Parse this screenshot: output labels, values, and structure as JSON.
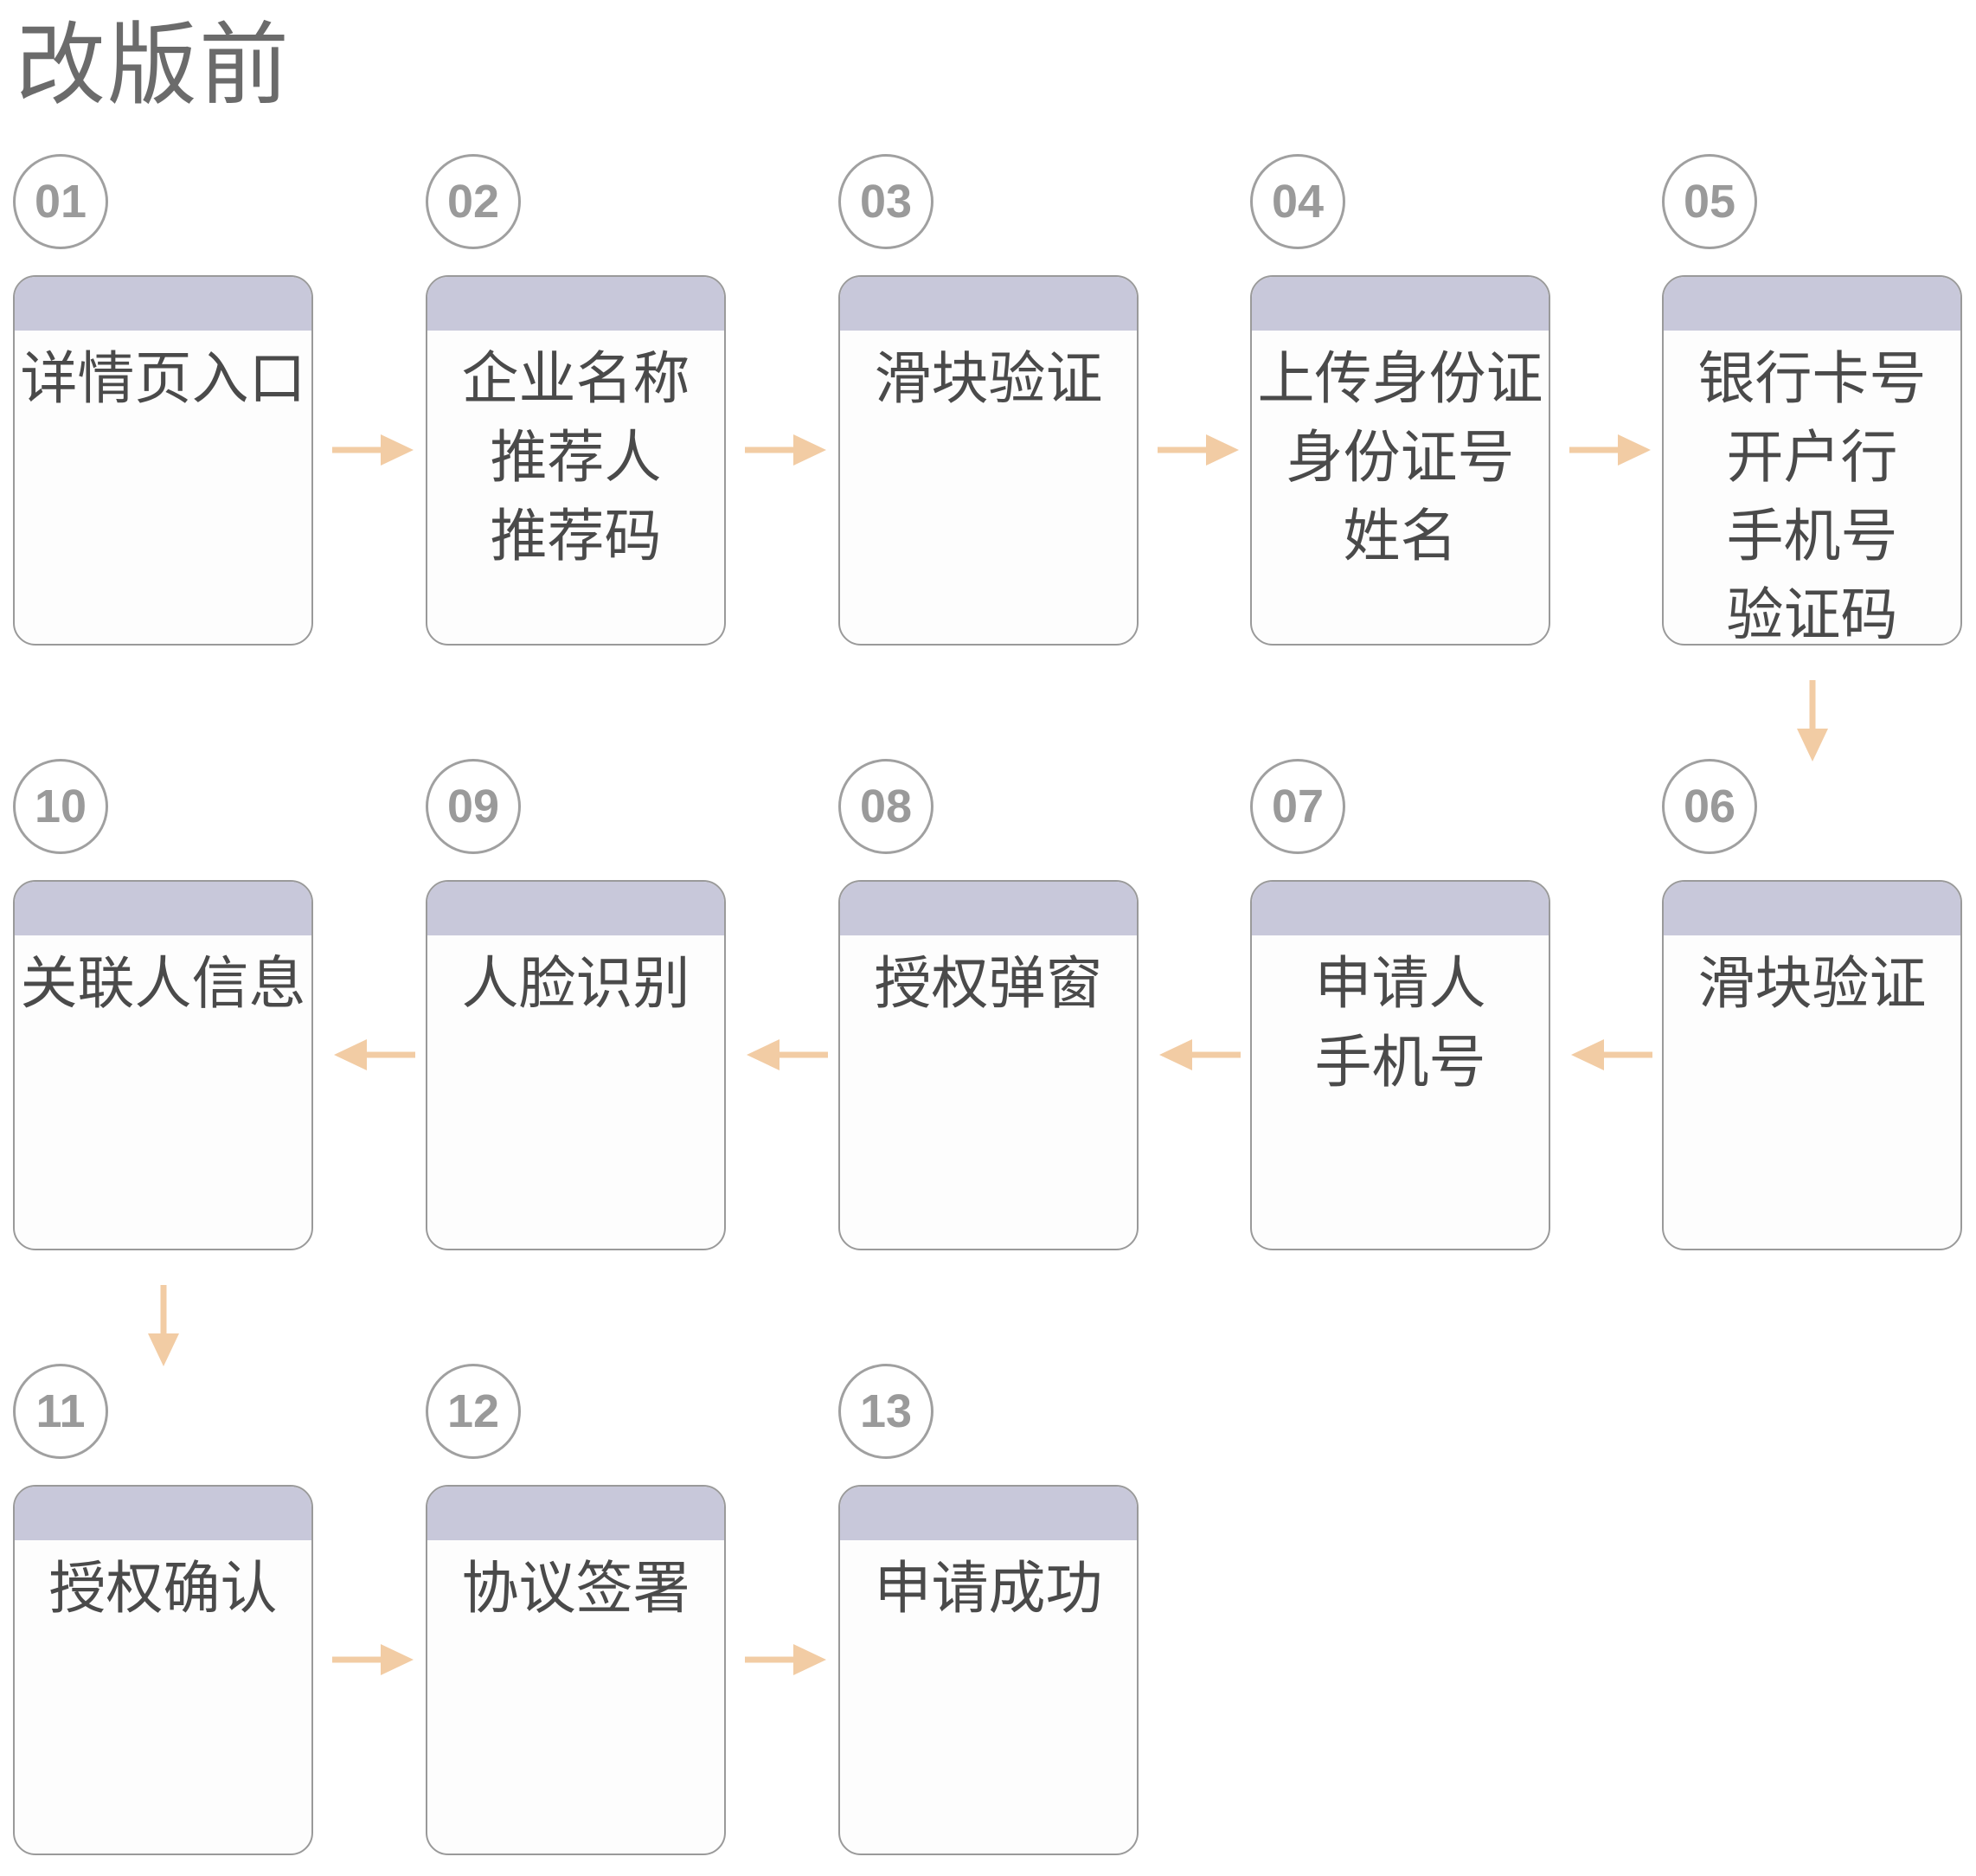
{
  "title": "改版前",
  "colors": {
    "header": "#c8c8da",
    "arrow": "#f2cca4",
    "border": "#9a9a9a",
    "text": "#4a4a4a"
  },
  "steps": [
    {
      "number": "01",
      "lines": [
        "详情页入口"
      ]
    },
    {
      "number": "02",
      "lines": [
        "企业名称",
        "推荐人",
        "推荐码"
      ]
    },
    {
      "number": "03",
      "lines": [
        "滑块验证"
      ]
    },
    {
      "number": "04",
      "lines": [
        "上传身份证",
        "身份证号",
        "姓名"
      ]
    },
    {
      "number": "05",
      "lines": [
        "银行卡号",
        "开户行",
        "手机号",
        "验证码"
      ]
    },
    {
      "number": "06",
      "lines": [
        "滑块验证"
      ]
    },
    {
      "number": "07",
      "lines": [
        "申请人",
        "手机号"
      ]
    },
    {
      "number": "08",
      "lines": [
        "授权弹窗"
      ]
    },
    {
      "number": "09",
      "lines": [
        "人脸识别"
      ]
    },
    {
      "number": "10",
      "lines": [
        "关联人信息"
      ]
    },
    {
      "number": "11",
      "lines": [
        "授权确认"
      ]
    },
    {
      "number": "12",
      "lines": [
        "协议签署"
      ]
    },
    {
      "number": "13",
      "lines": [
        "申请成功"
      ]
    }
  ]
}
